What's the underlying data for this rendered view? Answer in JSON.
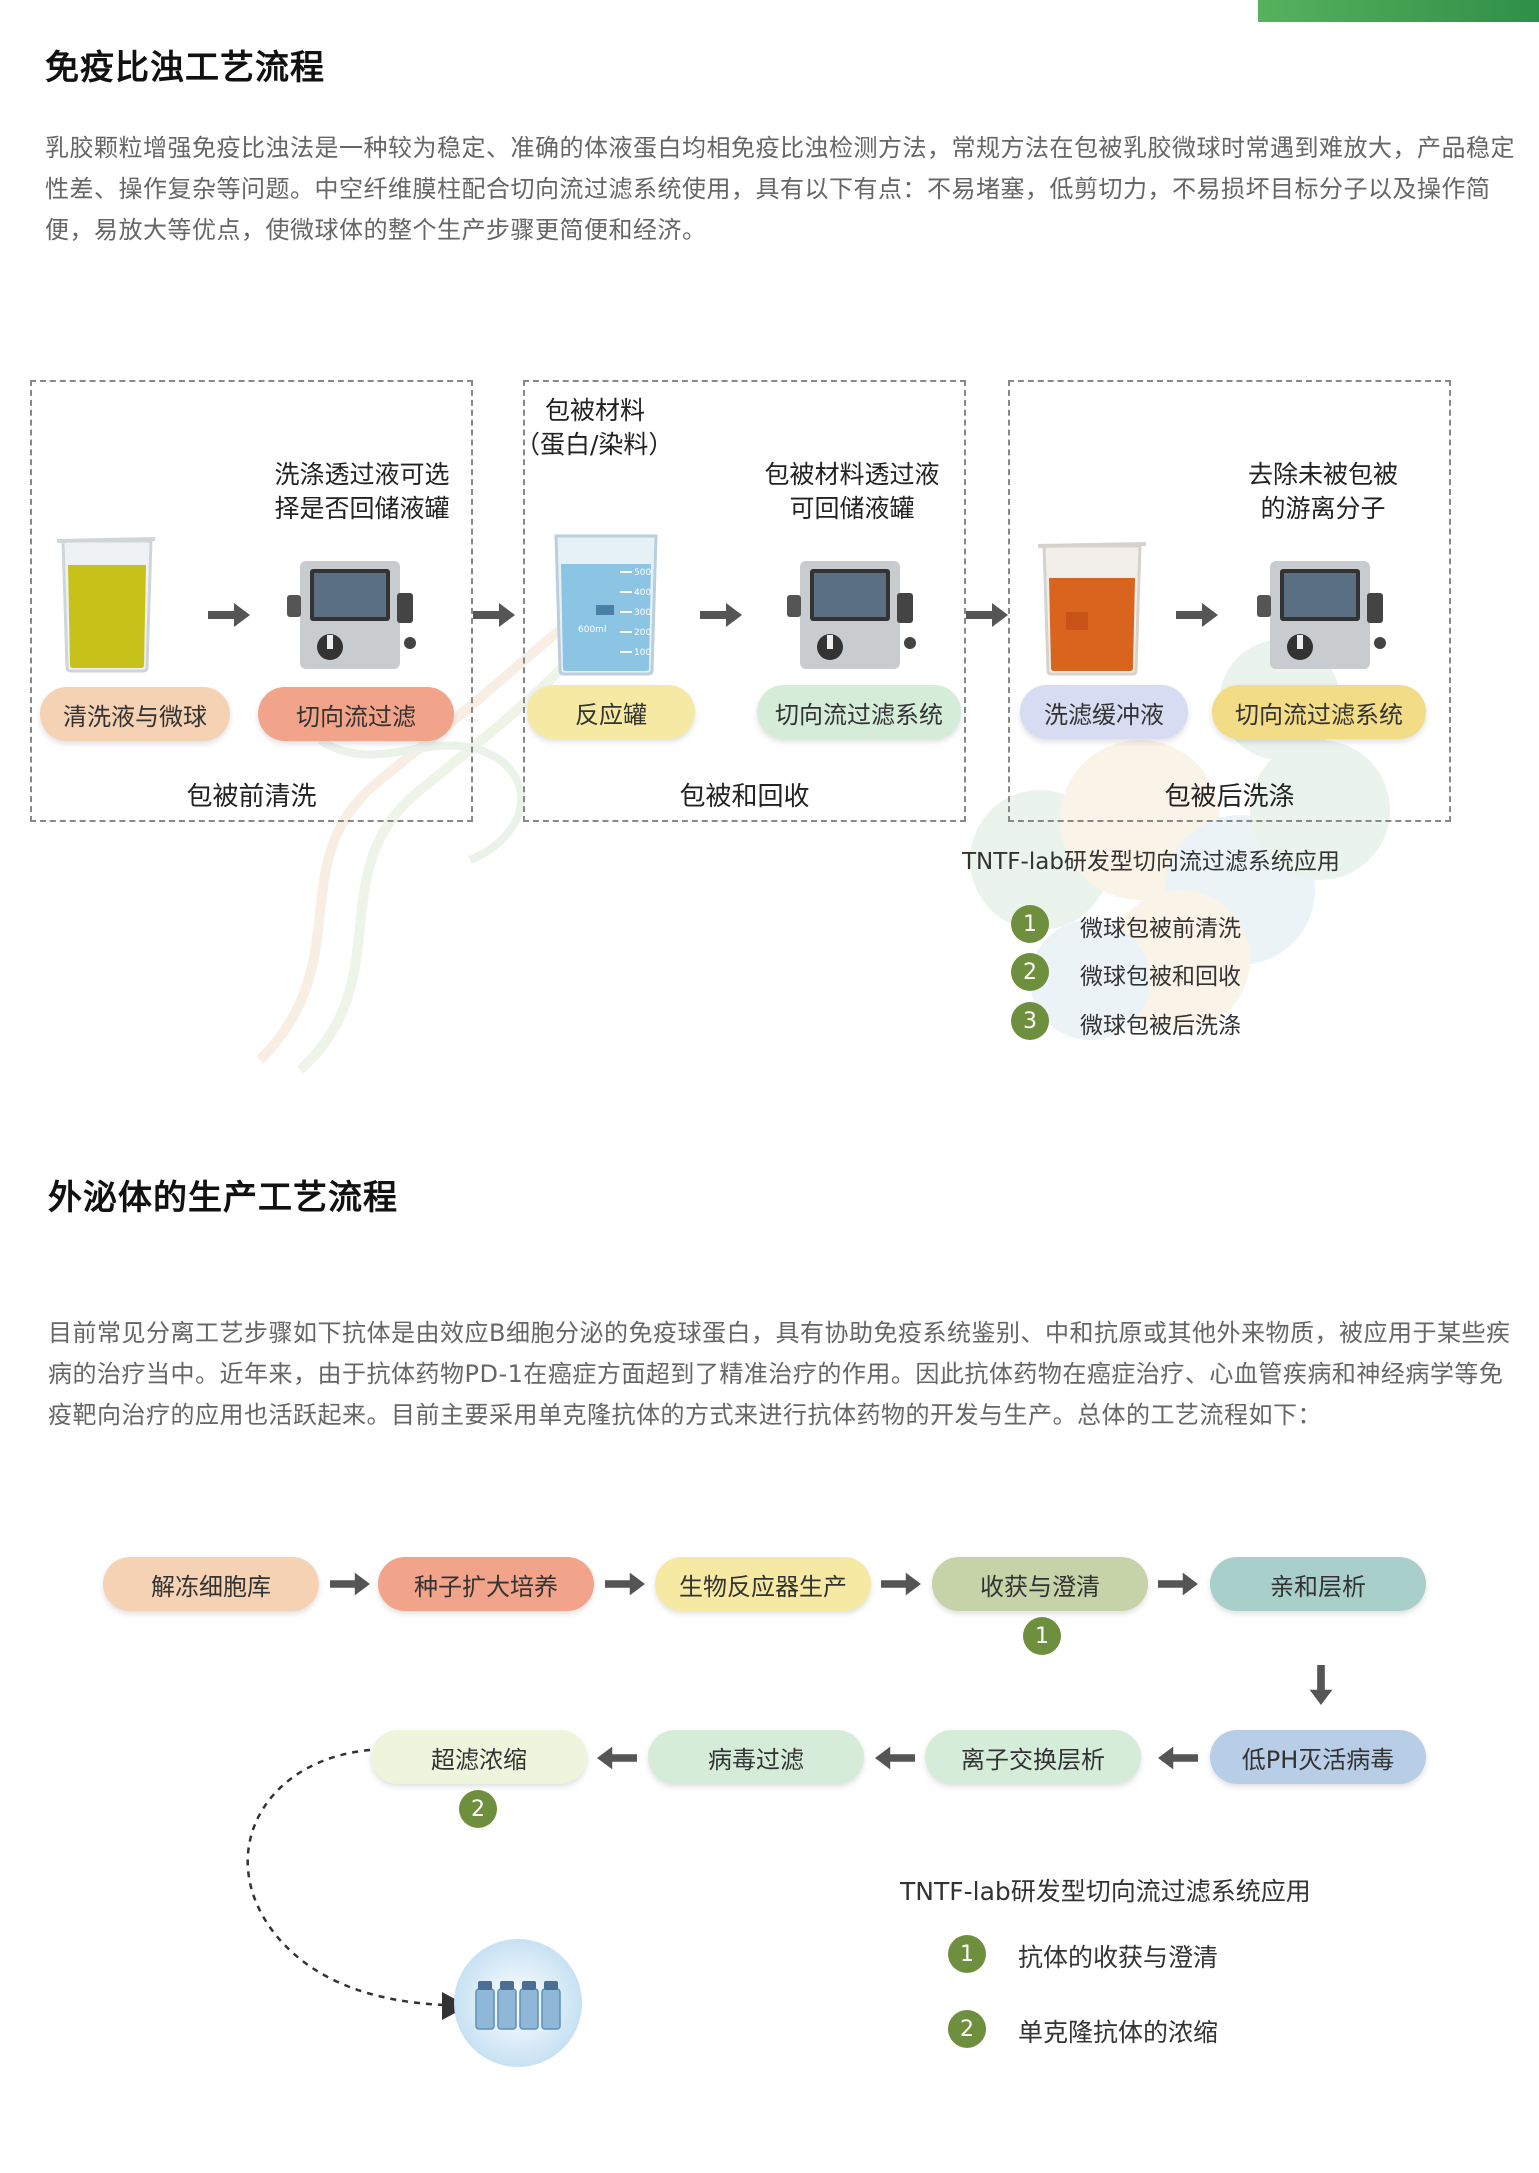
{
  "colors": {
    "accent": "#4caf50",
    "badge": "#6e8f3d",
    "peach": "#f6d2b4",
    "salmon": "#f2a48a",
    "yellow": "#f5e9a3",
    "mint": "#d5ecd9",
    "lavender": "#d8dcf2",
    "gold": "#f3dc86",
    "sage": "#c6d3a9",
    "teal": "#a8cfc9",
    "pale": "#eef5dc",
    "blue": "#b8cde6"
  },
  "section1": {
    "title": "免疫比浊工艺流程",
    "paragraph": "乳胶颗粒增强免疫比浊法是一种较为稳定、准确的体液蛋白均相免疫比浊检测方法，常规方法在包被乳胶微球时常遇到难放大，产品稳定性差、操作复杂等问题。中空纤维膜柱配合切向流过滤系统使用，具有以下有点：不易堵塞，低剪切力，不易损坏目标分子以及操作简便，易放大等优点，使微球体的整个生产步骤更简便和经济。",
    "boxes": [
      {
        "stage": "包被前清洗",
        "caption_top": "",
        "caption_right": [
          "洗涤透过液可选",
          "择是否回储液罐"
        ],
        "pill_left": "清洗液与微球",
        "pill_right": "切向流过滤"
      },
      {
        "stage": "包被和回收",
        "caption_top": [
          "包被材料",
          "（蛋白/染料）"
        ],
        "caption_right": [
          "包被材料透过液",
          "可回储液罐"
        ],
        "pill_left": "反应罐",
        "pill_right": "切向流过滤系统"
      },
      {
        "stage": "包被后洗涤",
        "caption_top": "",
        "caption_right": [
          "去除未被包被",
          "的游离分子"
        ],
        "pill_left": "洗滤缓冲液",
        "pill_right": "切向流过滤系统"
      }
    ],
    "beaker_marks": [
      "500",
      "400",
      "300",
      "200",
      "100"
    ],
    "beaker_volume": "600ml",
    "legend": {
      "title": "TNTF-lab研发型切向流过滤系统应用",
      "items": [
        {
          "n": "1",
          "label": "微球包被前清洗"
        },
        {
          "n": "2",
          "label": "微球包被和回收"
        },
        {
          "n": "3",
          "label": "微球包被后洗涤"
        }
      ]
    }
  },
  "section2": {
    "title": "外泌体的生产工艺流程",
    "paragraph": "目前常见分离工艺步骤如下抗体是由效应B细胞分泌的免疫球蛋白，具有协助免疫系统鉴别、中和抗原或其他外来物质，被应用于某些疾病的治疗当中。近年来，由于抗体药物PD-1在癌症方面超到了精准治疗的作用。因此抗体药物在癌症治疗、心血管疾病和神经病学等免疫靶向治疗的应用也活跃起来。目前主要采用单克隆抗体的方式来进行抗体药物的开发与生产。总体的工艺流程如下：",
    "row1": [
      "解冻细胞库",
      "种子扩大培养",
      "生物反应器生产",
      "收获与澄清",
      "亲和层析"
    ],
    "row2": [
      "超滤浓缩",
      "病毒过滤",
      "离子交换层析",
      "低PH灭活病毒"
    ],
    "badge1": "1",
    "badge2": "2",
    "legend": {
      "title": "TNTF-lab研发型切向流过滤系统应用",
      "items": [
        {
          "n": "1",
          "label": "抗体的收获与澄清"
        },
        {
          "n": "2",
          "label": "单克隆抗体的浓缩"
        }
      ]
    }
  }
}
